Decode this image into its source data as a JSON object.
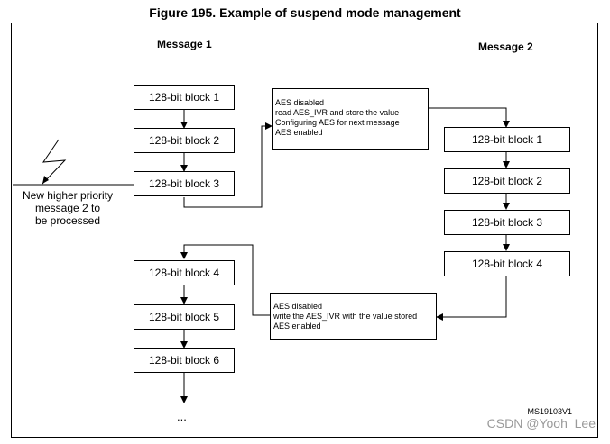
{
  "title": "Figure 195. Example of suspend mode management",
  "message1": {
    "heading": "Message 1",
    "blocks_before": [
      "128-bit block 1",
      "128-bit block 2",
      "128-bit block 3"
    ],
    "blocks_after": [
      "128-bit block 4",
      "128-bit block 5",
      "128-bit block 6"
    ],
    "ellipsis": "..."
  },
  "message2": {
    "heading": "Message 2",
    "blocks": [
      "128-bit block 1",
      "128-bit block 2",
      "128-bit block 3",
      "128-bit block 4"
    ]
  },
  "interrupt": {
    "lines": [
      "New higher priority",
      "message 2 to",
      "be processed"
    ]
  },
  "suspend_note": {
    "lines": [
      "AES disabled",
      "read AES_IVR and store the value",
      "Configuring AES for next message",
      "AES enabled"
    ]
  },
  "resume_note": {
    "lines": [
      "AES disabled",
      "write the AES_IVR with the value stored",
      "AES enabled"
    ]
  },
  "figure_code": "MS19103V1",
  "watermark": "CSDN @Yooh_Lee"
}
